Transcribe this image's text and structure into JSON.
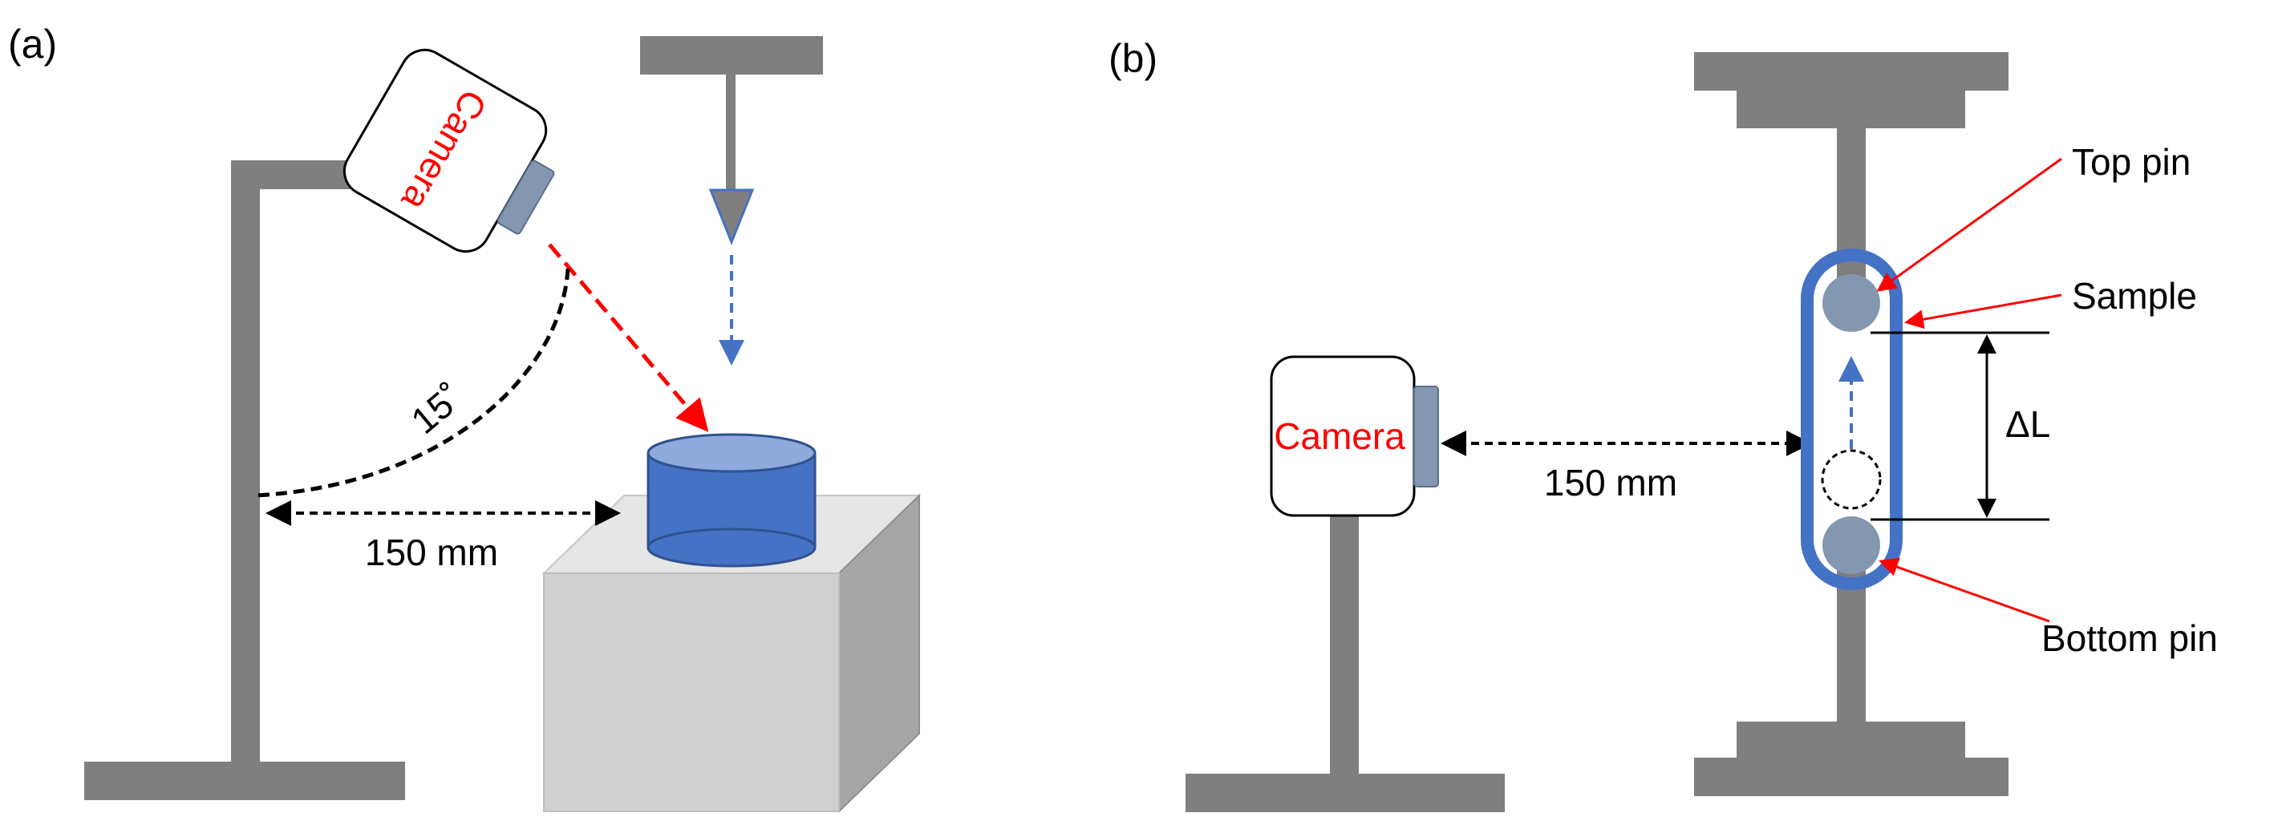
{
  "panel_a": {
    "label": "(a)",
    "camera_label": "Camera",
    "angle_label": "15˚",
    "distance_label": "150 mm"
  },
  "panel_b": {
    "label": "(b)",
    "camera_label": "Camera",
    "distance_label": "150 mm",
    "delta_label": "ΔL",
    "top_pin_label": "Top pin",
    "sample_label": "Sample",
    "bottom_pin_label": "Bottom pin"
  },
  "colors": {
    "stand_gray": "#7f7f7f",
    "sample_blue": "#4472c4",
    "pin_gray": "#8497b0",
    "arrow_red": "#ff0000",
    "arrow_blue": "#4472c4",
    "box_light": "#d0d0d0"
  }
}
